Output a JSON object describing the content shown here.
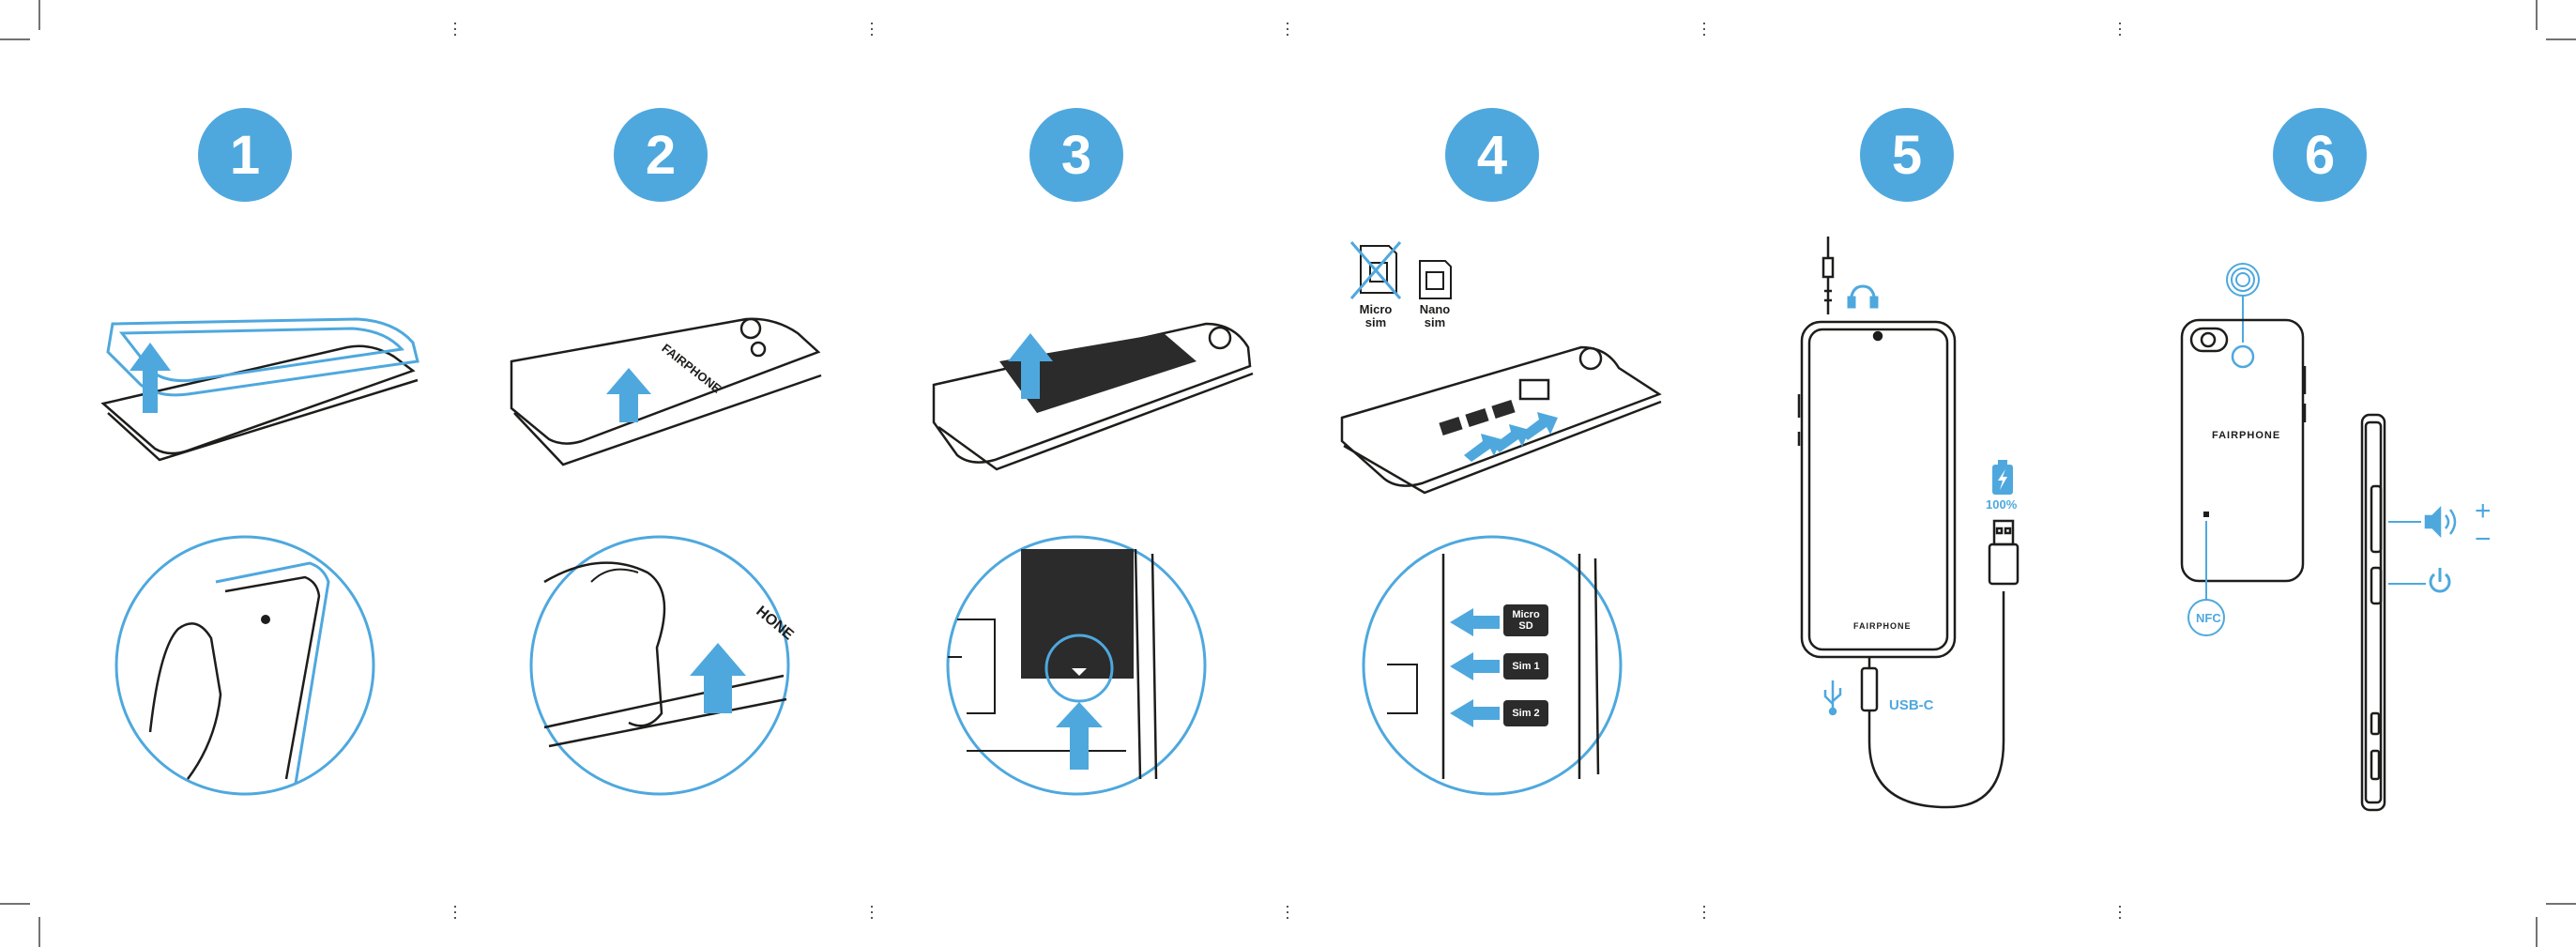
{
  "steps": [
    "1",
    "2",
    "3",
    "4",
    "5",
    "6"
  ],
  "step4": {
    "micro_sim": "Micro\nsim",
    "nano_sim": "Nano\nsim"
  },
  "slots": [
    "Micro\nSD",
    "Sim 1",
    "Sim 2"
  ],
  "step5": {
    "battery": "100%",
    "usb": "USB-C"
  },
  "step6": {
    "nfc": "NFC",
    "plus": "+",
    "minus": "−"
  },
  "brand": "FAIRPHONE",
  "colors": {
    "accent": "#4ea8de",
    "line": "#1d1d1b",
    "dark": "#2b2b2b"
  }
}
